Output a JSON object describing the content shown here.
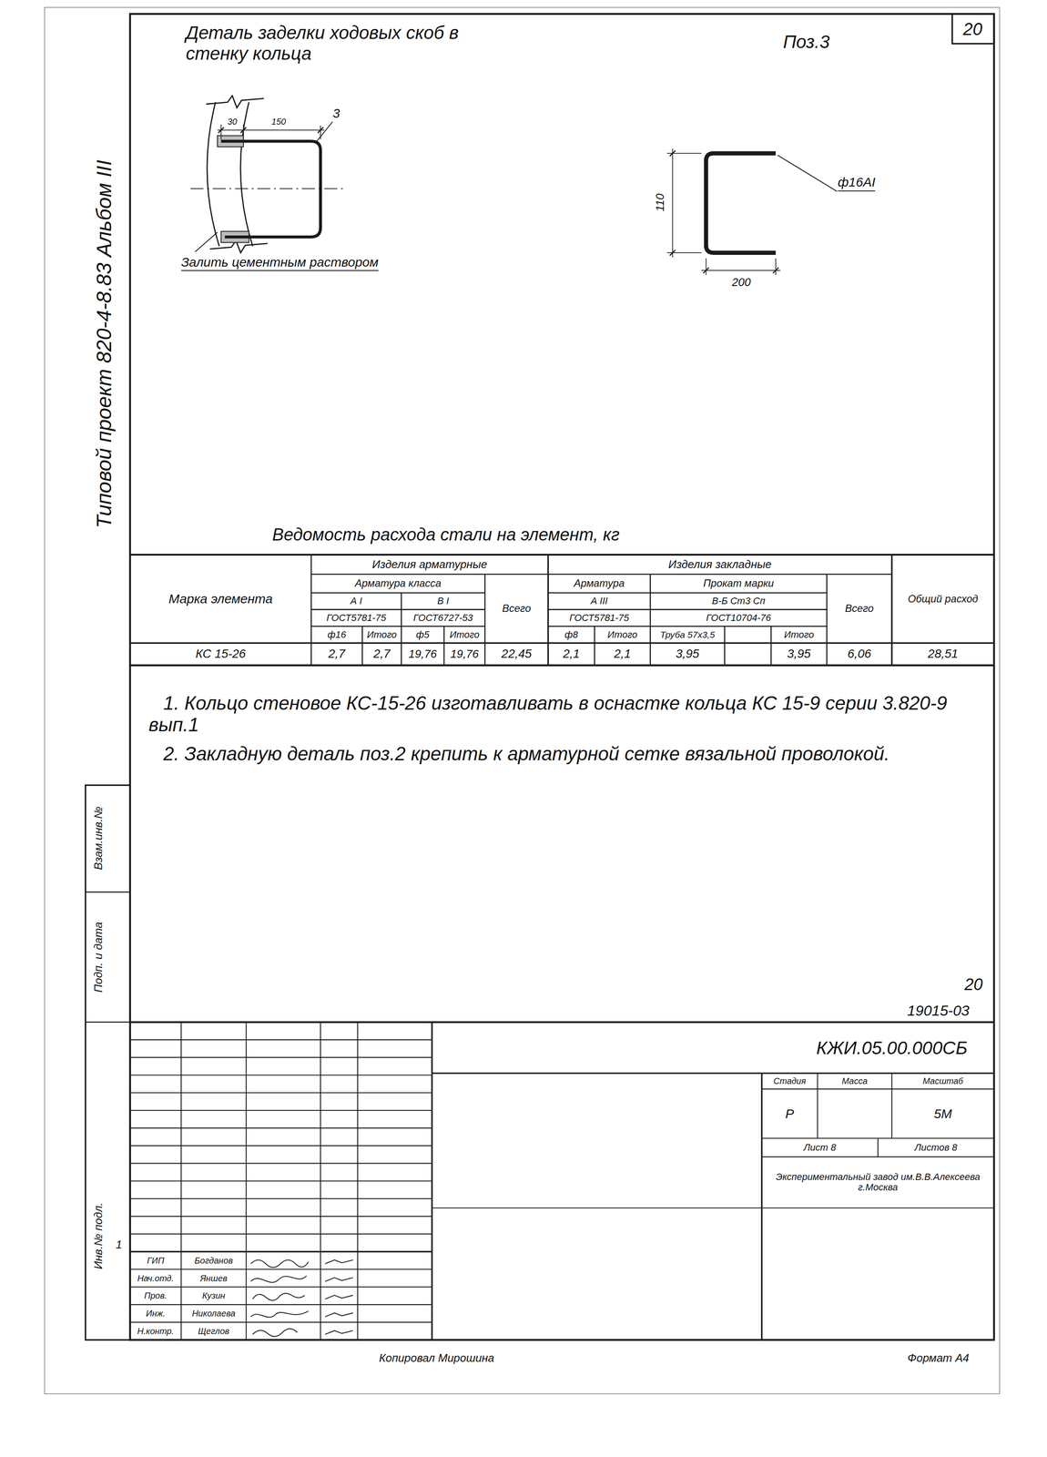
{
  "diagram": {
    "title": "Деталь заделки ходовых скоб в стенку кольца",
    "labels": [
      "20",
      "Типовой проект 820-4-8.83 Альбом III",
      "Поз.3",
      "30",
      "150",
      "3",
      "Залить цементным раствором",
      "ф16АI",
      "110",
      "200",
      "Ведомость расхода стали на элемент, кг",
      "Марка элемента",
      "Изделия арматурные",
      "Изделия закладные",
      "Общий расход",
      "Арматура класса",
      "Всего",
      "Арматура",
      "Прокат марки",
      "Всего",
      "А I",
      "В I",
      "А III",
      "В-Б Ст3 Сп",
      "ГОСТ5781-75",
      "ГОСТ6727-53",
      "ГОСТ5781-75",
      "ГОСТ10704-76",
      "ф16",
      "Итого",
      "ф5",
      "Итого",
      "ф8",
      "Итого",
      "Труба 57х3,5",
      "Итого",
      "КС 15-26",
      "2,7",
      "2,7",
      "19,76",
      "19,76",
      "22,45",
      "2,1",
      "2,1",
      "3,95",
      "3,95",
      "6,06",
      "28,51",
      "1. Кольцо стеновое КС-15-26 изготавливать в оснастке кольца КС 15-9 серии 3.820-9 вып.1",
      "2. Закладную деталь поз.2 крепить к арматурной сетке вязальной проволокой.",
      "20",
      "19015-03",
      "КЖИ.05.00.000СБ",
      "Стадия",
      "Масса",
      "Масштаб",
      "Р",
      "5М",
      "Лист 8",
      "Листов 8",
      "Экспериментальный завод им.В.В.Алексеева г.Москва",
      "ГИП",
      "Богданов",
      "Нач.отд.",
      "Яншев",
      "Пров.",
      "Кузин",
      "Инж.",
      "Николаева",
      "Н.контр.",
      "Щеглов",
      "Взам.инв.№",
      "Подп. и дата",
      "Инв.№ подл.",
      "1",
      "Копировал Мирошина",
      "Формат А4"
    ]
  }
}
